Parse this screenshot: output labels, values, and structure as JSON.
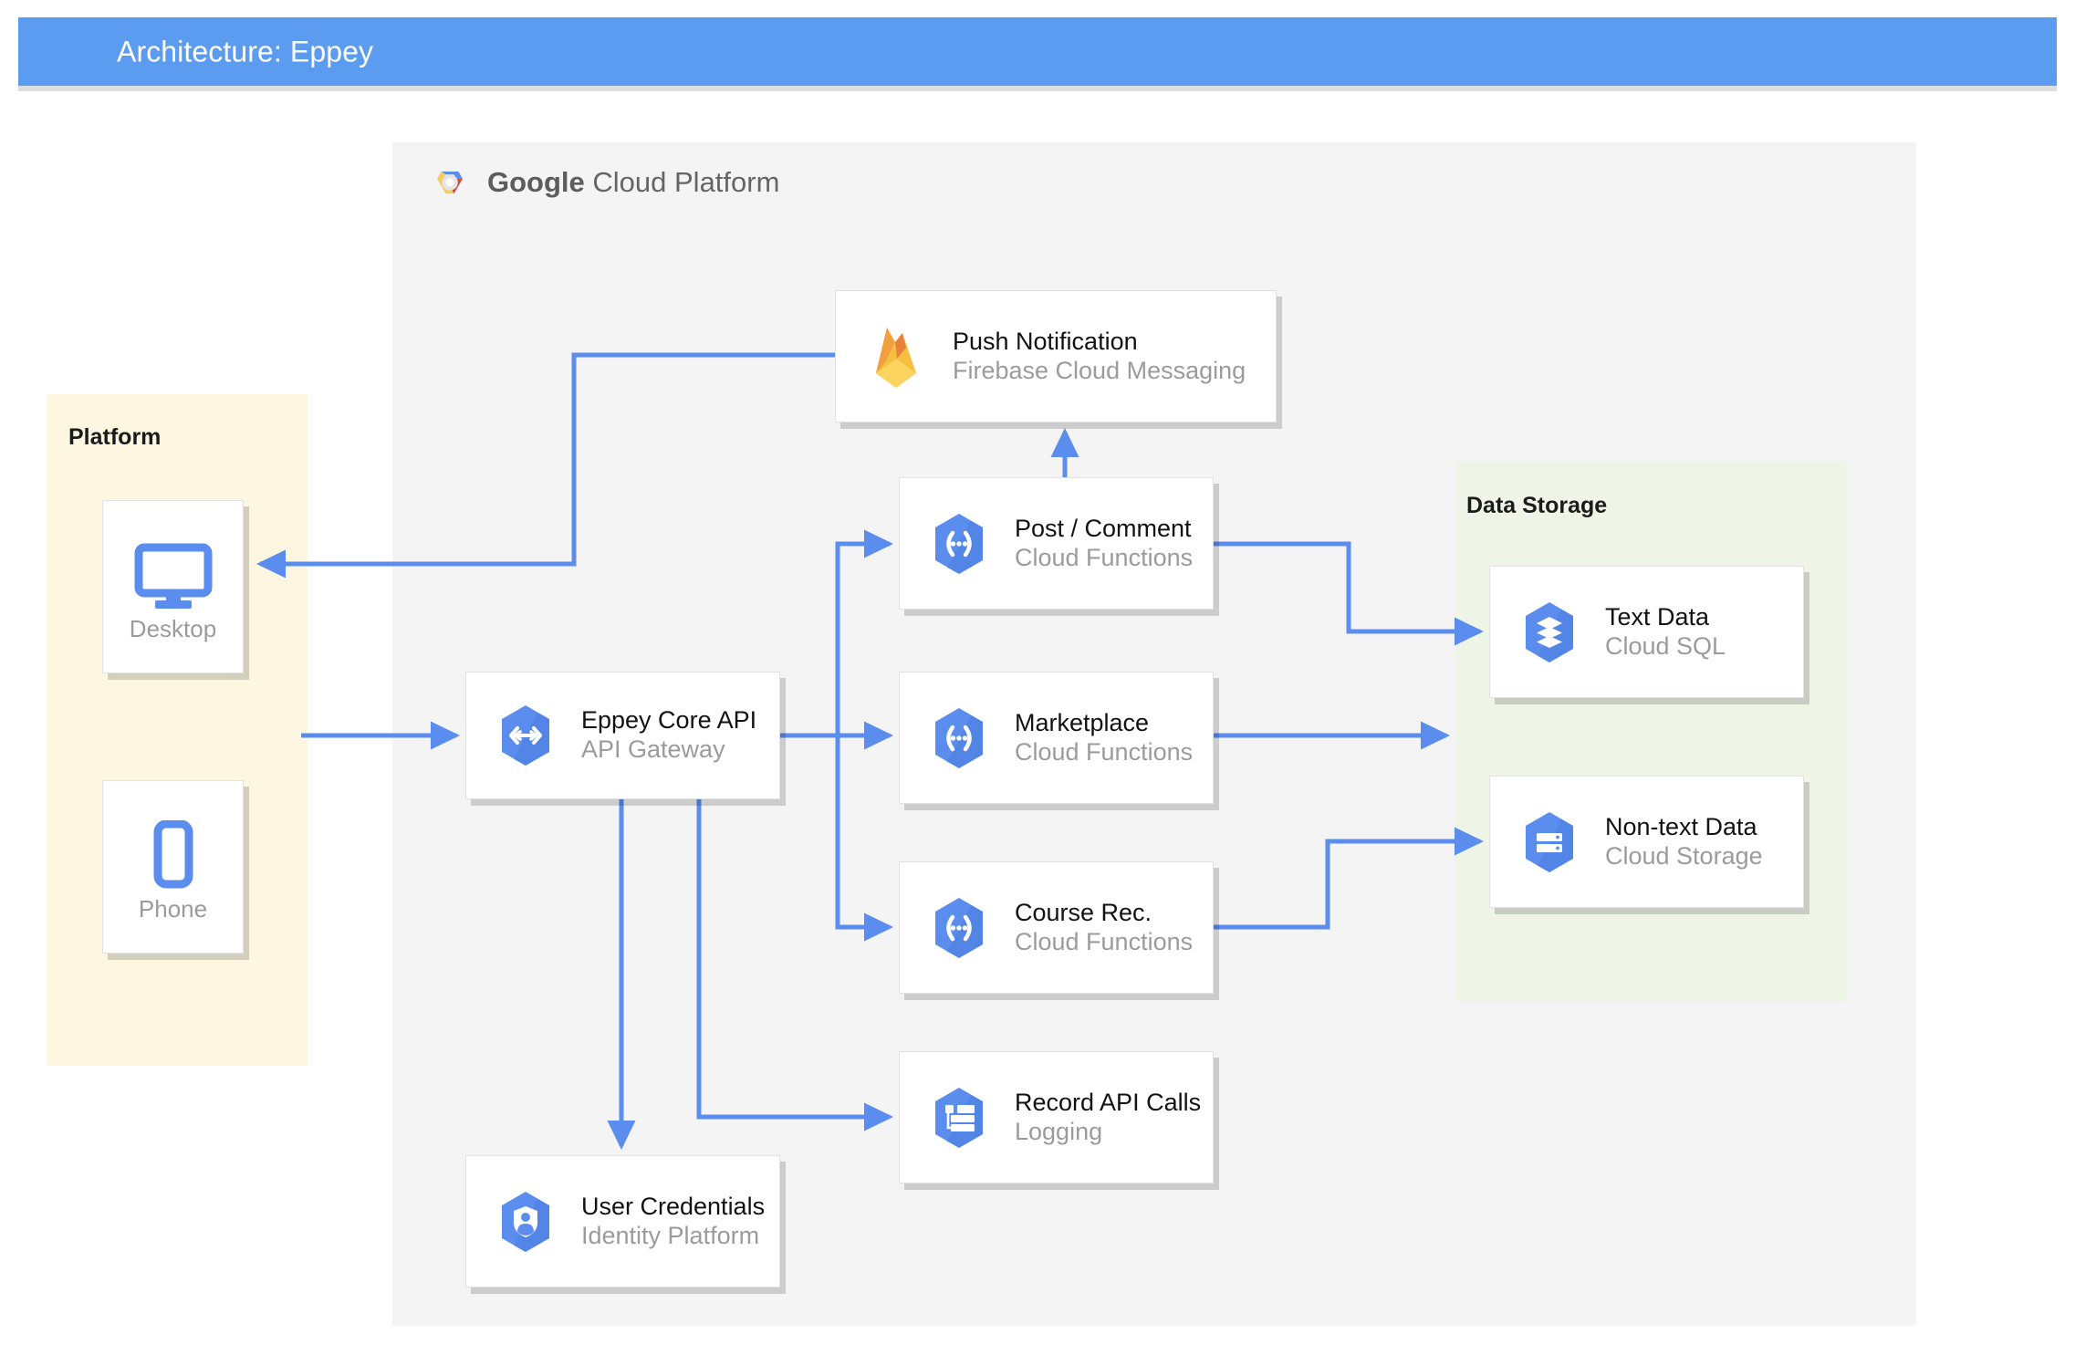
{
  "titlebar": {
    "text": "Architecture: Eppey",
    "bg_color": "#5b9bf0",
    "text_color": "#ffffff"
  },
  "gcp_panel": {
    "brand_bold": "Google",
    "brand_rest": " Cloud Platform",
    "logo_icon": "google-cloud-platform-logo",
    "bg_color": "#f4f4f4"
  },
  "groups": [
    {
      "id": "platform",
      "title": "Platform",
      "bg_color": "#fdf6e1"
    },
    {
      "id": "data_storage",
      "title": "Data Storage",
      "bg_color": "#eef5e7"
    }
  ],
  "nodes": [
    {
      "id": "desktop",
      "title": "Desktop",
      "subtitle": "",
      "icon": "monitor-icon",
      "group": "platform"
    },
    {
      "id": "phone",
      "title": "Phone",
      "subtitle": "",
      "icon": "smartphone-icon",
      "group": "platform"
    },
    {
      "id": "push_notification",
      "title": "Push Notification",
      "subtitle": "Firebase Cloud Messaging",
      "icon": "firebase-flame-icon",
      "group": "gcp"
    },
    {
      "id": "post_comment",
      "title": "Post / Comment",
      "subtitle": "Cloud Functions",
      "icon": "cloud-functions-icon",
      "group": "gcp"
    },
    {
      "id": "eppey_core_api",
      "title": "Eppey Core API",
      "subtitle": "API Gateway",
      "icon": "api-gateway-icon",
      "group": "gcp"
    },
    {
      "id": "marketplace",
      "title": "Marketplace",
      "subtitle": "Cloud Functions",
      "icon": "cloud-functions-icon",
      "group": "gcp"
    },
    {
      "id": "course_rec",
      "title": "Course Rec.",
      "subtitle": "Cloud Functions",
      "icon": "cloud-functions-icon",
      "group": "gcp"
    },
    {
      "id": "record_api_calls",
      "title": "Record API Calls",
      "subtitle": "Logging",
      "icon": "cloud-logging-icon",
      "group": "gcp"
    },
    {
      "id": "user_credentials",
      "title": "User Credentials",
      "subtitle": "Identity Platform",
      "icon": "identity-platform-icon",
      "group": "gcp"
    },
    {
      "id": "text_data",
      "title": "Text Data",
      "subtitle": "Cloud SQL",
      "icon": "cloud-sql-icon",
      "group": "data_storage"
    },
    {
      "id": "non_text_data",
      "title": "Non-text Data",
      "subtitle": "Cloud Storage",
      "icon": "cloud-storage-icon",
      "group": "data_storage"
    }
  ],
  "edges": [
    {
      "from": "platform",
      "to": "eppey_core_api",
      "style": "arrow"
    },
    {
      "from": "push_notification",
      "to": "desktop",
      "style": "arrow"
    },
    {
      "from": "post_comment",
      "to": "push_notification",
      "style": "arrow"
    },
    {
      "from": "eppey_core_api",
      "to": "post_comment",
      "style": "arrow"
    },
    {
      "from": "eppey_core_api",
      "to": "marketplace",
      "style": "arrow"
    },
    {
      "from": "eppey_core_api",
      "to": "course_rec",
      "style": "arrow"
    },
    {
      "from": "eppey_core_api",
      "to": "record_api_calls",
      "style": "arrow"
    },
    {
      "from": "eppey_core_api",
      "to": "user_credentials",
      "style": "arrow"
    },
    {
      "from": "post_comment",
      "to": "text_data",
      "style": "arrow"
    },
    {
      "from": "marketplace",
      "to": "data_storage",
      "style": "arrow"
    },
    {
      "from": "course_rec",
      "to": "non_text_data",
      "style": "arrow"
    }
  ],
  "colors": {
    "connector": "#5b8def",
    "gcp_blue": "#5b8def",
    "card_bg": "#ffffff",
    "card_border": "#e2e2e2",
    "title_text": "#121212",
    "subtitle_text": "#9b9b9b"
  }
}
